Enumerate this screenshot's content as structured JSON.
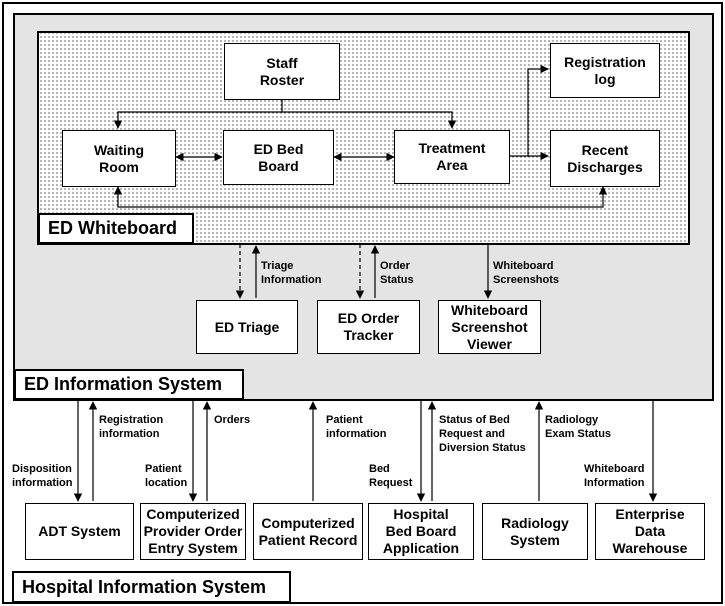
{
  "colors": {
    "hospital_bg": "#ffffff",
    "ed_info_bg": "#e4e4e4",
    "whiteboard_dots": "#000000",
    "box_fill": "#ffffff",
    "stroke": "#000000"
  },
  "containers": {
    "hospital_title": "Hospital Information System",
    "ed_info_title": "ED Information System",
    "whiteboard_title": "ED Whiteboard"
  },
  "whiteboard_nodes": {
    "staff_roster": "Staff\nRoster",
    "waiting_room": "Waiting\nRoom",
    "ed_bed_board": "ED Bed\nBoard",
    "treatment_area": "Treatment\nArea",
    "registration_log": "Registration\nlog",
    "recent_discharges": "Recent\nDischarges"
  },
  "ed_nodes": {
    "ed_triage": "ED Triage",
    "ed_order_tracker": "ED Order\nTracker",
    "screenshot_viewer": "Whiteboard\nScreenshot\nViewer"
  },
  "ed_labels": {
    "triage_information": "Triage\nInformation",
    "order_status": "Order\nStatus",
    "whiteboard_screenshots": "Whiteboard\nScreenshots"
  },
  "hospital_nodes": {
    "adt_system": "ADT System",
    "cpoe": "Computerized\nProvider Order\nEntry System",
    "cpr": "Computerized\nPatient Record",
    "bed_board_app": "Hospital\nBed Board\nApplication",
    "radiology": "Radiology\nSystem",
    "warehouse": "Enterprise\nData\nWarehouse"
  },
  "hospital_labels": {
    "disposition_information": "Disposition\ninformation",
    "registration_information": "Registration\ninformation",
    "patient_location": "Patient\nlocation",
    "orders": "Orders",
    "patient_information": "Patient\ninformation",
    "bed_request": "Bed\nRequest",
    "status_bed_request": "Status of Bed\nRequest and\nDiversion Status",
    "radiology_exam_status": "Radiology\nExam Status",
    "whiteboard_information": "Whiteboard\nInformation"
  }
}
